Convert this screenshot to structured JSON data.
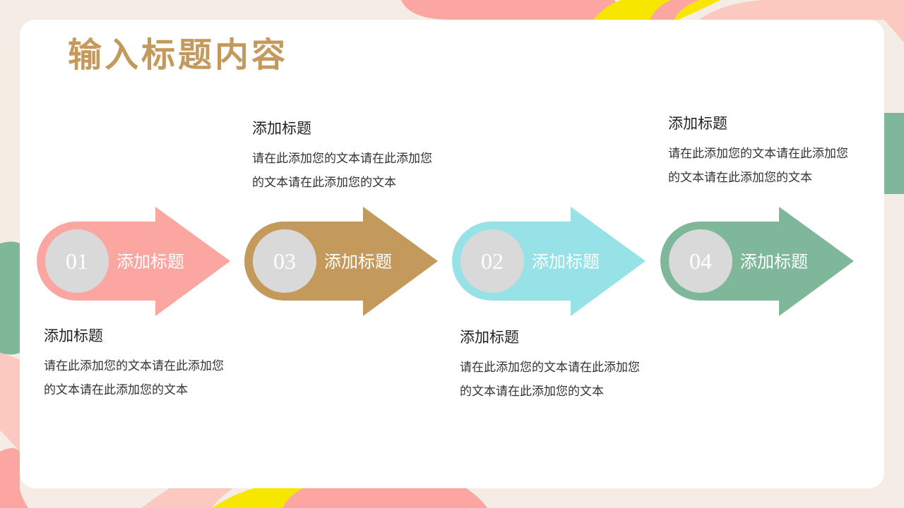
{
  "title": "输入标题内容",
  "colors": {
    "pink": "#fca6a2",
    "gold": "#c49a5c",
    "cyan": "#97e2e6",
    "green": "#7fb79a",
    "circle": "#d9d9d9"
  },
  "steps": [
    {
      "number": "01",
      "label": "添加标题",
      "color": "#fca6a2"
    },
    {
      "number": "03",
      "label": "添加标题",
      "color": "#c49a5c"
    },
    {
      "number": "02",
      "label": "添加标题",
      "color": "#97e2e6"
    },
    {
      "number": "04",
      "label": "添加标题",
      "color": "#7fb79a"
    }
  ],
  "texts": [
    {
      "heading": "添加标题",
      "line1": "请在此添加您的文本请在此添加您",
      "line2": "的文本请在此添加您的文本"
    },
    {
      "heading": "添加标题",
      "line1": "请在此添加您的文本请在此添加您",
      "line2": "的文本请在此添加您的文本"
    },
    {
      "heading": "添加标题",
      "line1": "请在此添加您的文本请在此添加您",
      "line2": "的文本请在此添加您的文本"
    },
    {
      "heading": "添加标题",
      "line1": "请在此添加您的文本请在此添加您",
      "line2": "的文本请在此添加您的文本"
    }
  ]
}
